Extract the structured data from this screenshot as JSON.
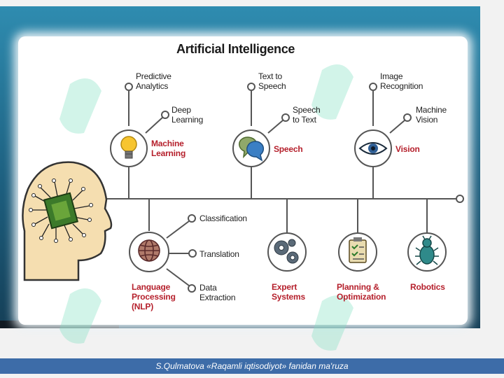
{
  "diagram": {
    "title": "Artificial Intelligence",
    "categories": [
      {
        "label": "Machine\nLearning",
        "subtopics": [
          "Predictive\nAnalytics",
          "Deep\nLearning"
        ]
      },
      {
        "label": "Speech",
        "subtopics": [
          "Text to\nSpeech",
          "Speech\nto Text"
        ]
      },
      {
        "label": "Vision",
        "subtopics": [
          "Image\nRecognition",
          "Machine\nVision"
        ]
      },
      {
        "label": "Language\nProcessing\n(NLP)",
        "subtopics": [
          "Classification",
          "Translation",
          "Data\nExtraction"
        ]
      },
      {
        "label": "Expert\nSystems",
        "subtopics": []
      },
      {
        "label": "Planning &\nOptimization",
        "subtopics": []
      },
      {
        "label": "Robotics",
        "subtopics": []
      }
    ]
  },
  "icons": {
    "ml": "lightbulb-icon",
    "speech": "speech-bubbles-icon",
    "vision": "eye-icon",
    "nlp": "globe-icon",
    "expert": "gears-icon",
    "planning": "checklist-icon",
    "robotics": "robot-bug-icon",
    "head": "head-chip-icon"
  },
  "colors": {
    "category_text": "#b5202c",
    "frame": "#1d5f7f",
    "footer": "#3d6ca8",
    "watermark": "#7fe0c0"
  },
  "footer": {
    "text": "S.Qulmatova «Raqamli iqtisodiyot» fanidan ma'ruza"
  }
}
